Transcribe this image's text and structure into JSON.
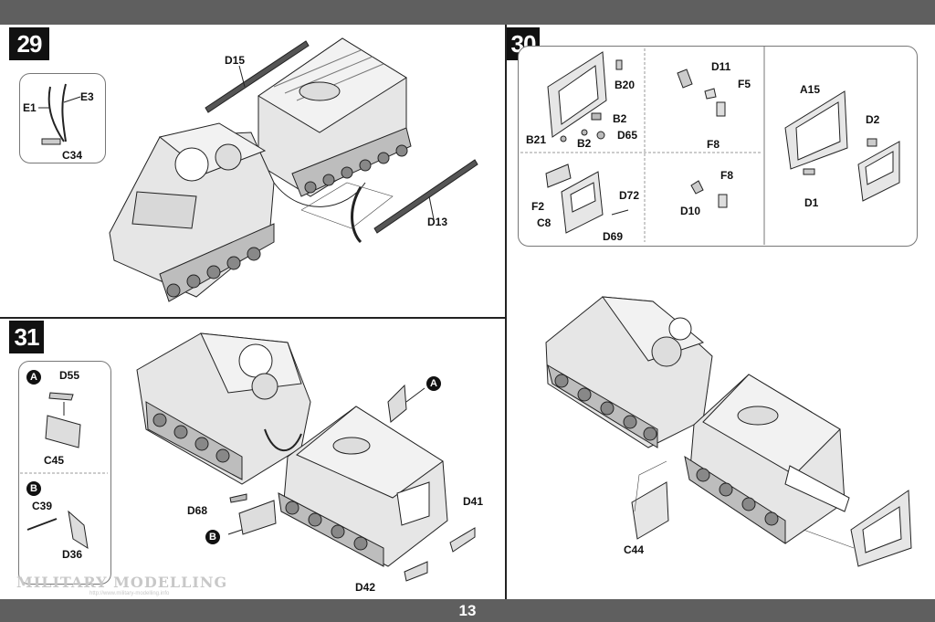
{
  "page": {
    "number": "13"
  },
  "steps": {
    "s29": "29",
    "s30": "30",
    "s31": "31"
  },
  "callouts": {
    "a": "A",
    "b": "B"
  },
  "labels": {
    "s29": {
      "d15": "D15",
      "d13": "D13",
      "e1": "E1",
      "e3": "E3",
      "c34": "C34"
    },
    "s30": {
      "b20": "B20",
      "b2a": "B2",
      "b21": "B21",
      "b2b": "B2",
      "d65": "D65",
      "d11": "D11",
      "f5": "F5",
      "f8a": "F8",
      "f2": "F2",
      "c8": "C8",
      "d72": "D72",
      "d69": "D69",
      "d10": "D10",
      "f8b": "F8",
      "a15": "A15",
      "d2": "D2",
      "d1": "D1",
      "c44": "C44"
    },
    "s31": {
      "d55": "D55",
      "c45": "C45",
      "c39": "C39",
      "d36": "D36",
      "d68": "D68",
      "d41": "D41",
      "d42": "D42"
    }
  },
  "watermark": {
    "text": "MILITARY MODELLING",
    "url": "http://www.military-modelling.info"
  },
  "colors": {
    "bar": "#5f5f5f",
    "ink": "#111111",
    "part_fill": "#e6e6e6",
    "part_dark": "#bdbdbd"
  }
}
